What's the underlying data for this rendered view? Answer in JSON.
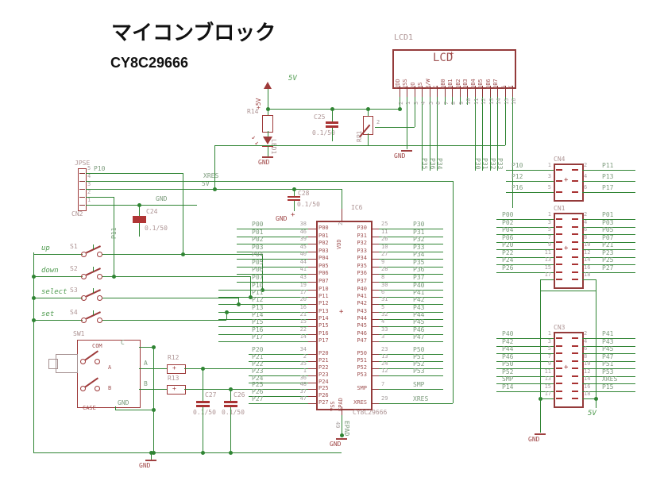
{
  "title": "マイコンブロック",
  "subtitle": "CY8C29666",
  "power": {
    "plus5v": "+5V",
    "v5": "5V",
    "gnd": "GND"
  },
  "lcd": {
    "ref": "LCD1",
    "title": "LCD",
    "pins": [
      {
        "num": "2",
        "name": "VDD"
      },
      {
        "num": "1",
        "name": "VSS"
      },
      {
        "num": "3",
        "name": "VO"
      },
      {
        "num": "4",
        "name": "RS"
      },
      {
        "num": "5",
        "name": "R/W"
      },
      {
        "num": "6",
        "name": "E"
      },
      {
        "num": "7",
        "name": "DB0"
      },
      {
        "num": "8",
        "name": "DB1"
      },
      {
        "num": "9",
        "name": "DB2"
      },
      {
        "num": "10",
        "name": "DB3"
      },
      {
        "num": "11",
        "name": "DB4"
      },
      {
        "num": "12",
        "name": "DB5"
      },
      {
        "num": "13",
        "name": "DB6"
      },
      {
        "num": "14",
        "name": "DB7"
      },
      {
        "num": "15",
        "name": "A"
      },
      {
        "num": "16",
        "name": "K"
      }
    ],
    "net_labels_mid": [
      "P35",
      "P36",
      "P34"
    ],
    "net_labels_right": [
      "P30",
      "P31",
      "P32",
      "P33"
    ]
  },
  "header": {
    "ref": "JPSE",
    "ref2": "CN2",
    "pins": [
      "5",
      "4",
      "3",
      "2",
      "1"
    ],
    "net_p10": "P10",
    "net_p11": "P11",
    "net_xres": "XRES",
    "net_5v": "5V"
  },
  "ic": {
    "ref": "IC6",
    "value": "CY8C29666",
    "top": {
      "num": "2",
      "name": "VDD"
    },
    "bottom": {
      "vss": "VSS",
      "epad": "EPAD",
      "num": "49",
      "outer": "EPAD"
    },
    "left": [
      {
        "net": "P00",
        "num": "38"
      },
      {
        "net": "P01",
        "num": "46"
      },
      {
        "net": "P02",
        "num": "39"
      },
      {
        "net": "P03",
        "num": "45"
      },
      {
        "net": "P04",
        "num": "40"
      },
      {
        "net": "P05",
        "num": "44"
      },
      {
        "net": "P06",
        "num": "41"
      },
      {
        "net": "P07",
        "num": "43"
      },
      {
        "net": "P10",
        "num": "19"
      },
      {
        "net": "P11",
        "num": "17"
      },
      {
        "net": "P12",
        "num": "20"
      },
      {
        "net": "P13",
        "num": "16"
      },
      {
        "net": "P14",
        "num": "21"
      },
      {
        "net": "P15",
        "num": "15"
      },
      {
        "net": "P16",
        "num": "22"
      },
      {
        "net": "P17",
        "num": "14"
      },
      {
        "net": "P20",
        "num": "34"
      },
      {
        "net": "P21",
        "num": "2"
      },
      {
        "net": "P22",
        "num": "35"
      },
      {
        "net": "P23",
        "num": "1"
      },
      {
        "net": "P24",
        "num": "36"
      },
      {
        "net": "P25",
        "num": "48"
      },
      {
        "net": "P26",
        "num": "37"
      },
      {
        "net": "P27",
        "num": "47"
      }
    ],
    "right": [
      {
        "net": "P30",
        "num": "25"
      },
      {
        "net": "P31",
        "num": "11"
      },
      {
        "net": "P32",
        "num": "26"
      },
      {
        "net": "P33",
        "num": "10"
      },
      {
        "net": "P34",
        "num": "27"
      },
      {
        "net": "P35",
        "num": "9"
      },
      {
        "net": "P36",
        "num": "28"
      },
      {
        "net": "P37",
        "num": "8"
      },
      {
        "net": "P40",
        "num": "30"
      },
      {
        "net": "P41",
        "num": "6"
      },
      {
        "net": "P42",
        "num": "31"
      },
      {
        "net": "P43",
        "num": "5"
      },
      {
        "net": "P44",
        "num": "32"
      },
      {
        "net": "P45",
        "num": "4"
      },
      {
        "net": "P46",
        "num": "33"
      },
      {
        "net": "P47",
        "num": "3"
      },
      {
        "net": "P50",
        "num": "23"
      },
      {
        "net": "P51",
        "num": "13"
      },
      {
        "net": "P52",
        "num": "24"
      },
      {
        "net": "P53",
        "num": "12"
      },
      {
        "net": "SMP",
        "num": "7"
      },
      {
        "net": "XRES",
        "num": "29"
      }
    ]
  },
  "switches": [
    {
      "ref": "S1",
      "net": "up"
    },
    {
      "ref": "S2",
      "net": "down"
    },
    {
      "ref": "S3",
      "net": "select"
    },
    {
      "ref": "S4",
      "net": "set"
    }
  ],
  "encoder": {
    "ref": "SW1",
    "com": "COM",
    "a": "A",
    "b": "B",
    "case_label": "CASE",
    "net_c": "C",
    "net_a": "A",
    "net_b": "B"
  },
  "parts": {
    "r14": "R14",
    "r12": "R12",
    "r13": "R13",
    "rp1": "RP1",
    "rp1_pin": "2",
    "led": "LED1",
    "c24": {
      "ref": "C24",
      "value": "0.1/50"
    },
    "c25": {
      "ref": "C25",
      "value": "0.1/50"
    },
    "c26": {
      "ref": "C26",
      "value": "0.1/50"
    },
    "c27": {
      "ref": "C27",
      "value": "0.1/50"
    },
    "c28": {
      "ref": "C28",
      "value": "0.1/50"
    }
  },
  "connectors": {
    "cn4": {
      "ref": "CN4",
      "rows": [
        [
          "1",
          "P10",
          "2",
          "P11"
        ],
        [
          "3",
          "P12",
          "4",
          "P13"
        ],
        [
          "5",
          "P16",
          "6",
          "P17"
        ]
      ]
    },
    "cn1": {
      "ref": "CN1",
      "rows": [
        [
          "1",
          "P00",
          "2",
          "P01"
        ],
        [
          "3",
          "P02",
          "4",
          "P03"
        ],
        [
          "5",
          "P04",
          "6",
          "P05"
        ],
        [
          "7",
          "P06",
          "8",
          "P07"
        ],
        [
          "9",
          "P20",
          "10",
          "P21"
        ],
        [
          "11",
          "P22",
          "12",
          "P23"
        ],
        [
          "13",
          "P24",
          "14",
          "P25"
        ],
        [
          "15",
          "P26",
          "16",
          "P27"
        ],
        [
          "17",
          "",
          "18",
          ""
        ]
      ]
    },
    "cn3": {
      "ref": "CN3",
      "rows": [
        [
          "1",
          "P40",
          "2",
          "P41"
        ],
        [
          "3",
          "P42",
          "4",
          "P43"
        ],
        [
          "5",
          "P44",
          "6",
          "P45"
        ],
        [
          "7",
          "P46",
          "8",
          "P47"
        ],
        [
          "9",
          "P50",
          "10",
          "P51"
        ],
        [
          "11",
          "P52",
          "12",
          "P53"
        ],
        [
          "13",
          "SMP",
          "14",
          "XRES"
        ],
        [
          "15",
          "P14",
          "16",
          "P15"
        ],
        [
          "17",
          "",
          "18",
          ""
        ]
      ]
    }
  }
}
